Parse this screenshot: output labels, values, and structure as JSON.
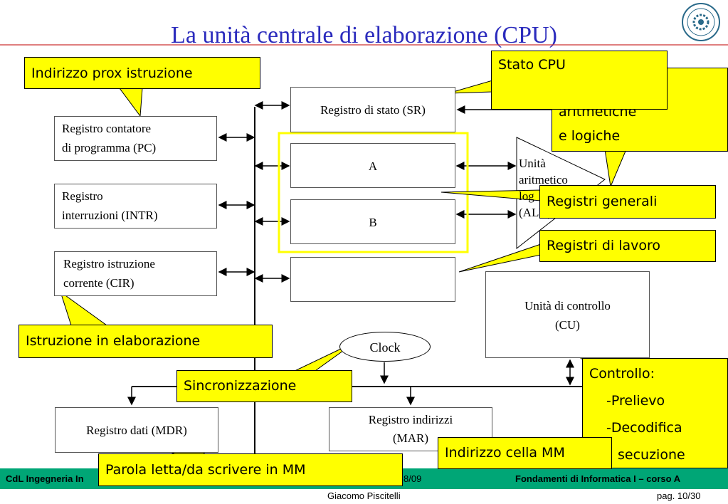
{
  "title": "La unità centrale di elaborazione (CPU)",
  "registers": {
    "pc_line1": "Registro contatore",
    "pc_line2": "di programma (PC)",
    "intr_line1": "Registro",
    "intr_line2": "interruzioni (INTR)",
    "cir_line1": "Registro istruzione",
    "cir_line2": "corrente (CIR)",
    "sr": "Registro di stato (SR)",
    "a": "A",
    "b": "B",
    "alu_line1": "Unità",
    "alu_line2": "aritmetico",
    "alu_line3": "log",
    "alu_line4": "(ALU)",
    "cu_line1": "Unità di controllo",
    "cu_line2": "(CU)",
    "clock": "Clock",
    "mdr": "Registro dati (MDR)",
    "mar_line1": "Registro indirizzi",
    "mar_line2": "(MAR)"
  },
  "callouts": {
    "indirizzo_prox": "Indirizzo prox istruzione",
    "stato_cpu": "Stato CPU",
    "operazioni_line1": "aritmetiche",
    "operazioni_line2": "e logiche",
    "registri_generali": "Registri generali",
    "registri_lavoro": "Registri di lavoro",
    "istruzione_elab": "Istruzione in elaborazione",
    "sincronizzazione": "Sincronizzazione",
    "controllo_title": "Controllo:",
    "controllo_item1": "-Prelievo",
    "controllo_item2": "-Decodifica",
    "controllo_item3": "secuzione",
    "indirizzo_cella": "Indirizzo cella MM",
    "parola": "Parola letta/da scrivere in MM"
  },
  "footer": {
    "left": "CdL Ingegneria In",
    "center_frag": "8/09",
    "right": "Fondamenti di Informatica I – corso A",
    "author": "Giacomo Piscitelli",
    "page": "pag. 10/30"
  },
  "colors": {
    "title": "#2b2bbd",
    "callout": "#ffff00",
    "footer_band": "#00a676",
    "header_rule": "#cc3333",
    "highlight_frame": "#ffff00"
  }
}
